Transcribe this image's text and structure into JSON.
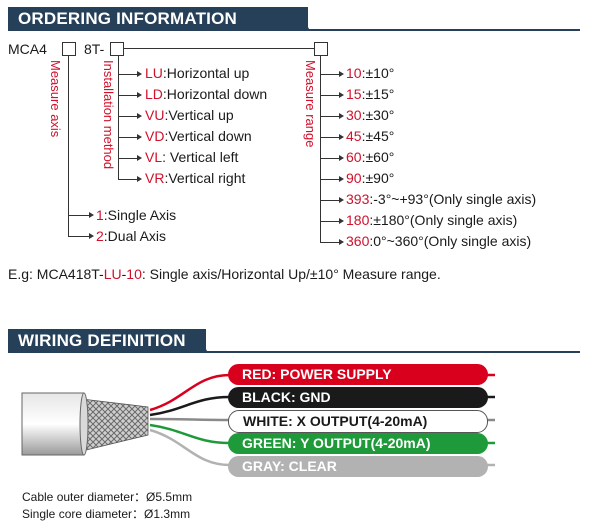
{
  "ordering": {
    "title": "ORDERING INFORMATION",
    "model_prefix": "MCA4",
    "model_mid": "8T-",
    "measure_axis_label": "Measure axis",
    "install_label": "Installation method",
    "range_label": "Measure range",
    "install_options": [
      {
        "code": "LU",
        "desc": ":Horizontal up"
      },
      {
        "code": "LD",
        "desc": ":Horizontal down"
      },
      {
        "code": "VU",
        "desc": ":Vertical up"
      },
      {
        "code": "VD",
        "desc": ":Vertical down"
      },
      {
        "code": "VL",
        "desc": ": Vertical left"
      },
      {
        "code": "VR",
        "desc": ":Vertical right"
      }
    ],
    "axis_options": [
      {
        "code": "1",
        "desc": ":Single Axis"
      },
      {
        "code": "2",
        "desc": ":Dual Axis"
      }
    ],
    "range_options": [
      {
        "code": "10",
        "desc": ":±10°"
      },
      {
        "code": "15",
        "desc": ":±15°"
      },
      {
        "code": "30",
        "desc": ":±30°"
      },
      {
        "code": "45",
        "desc": ":±45°"
      },
      {
        "code": "60",
        "desc": ":±60°"
      },
      {
        "code": "90",
        "desc": ":±90°"
      },
      {
        "code": "393",
        "desc": ":-3°~+93°(Only single axis)"
      },
      {
        "code": "180",
        "desc": ":±180°(Only single axis)"
      },
      {
        "code": "360",
        "desc": ":0°~360°(Only single axis)"
      }
    ],
    "example": {
      "prefix": "E.g: MCA418T-",
      "code1": "LU",
      "dash": "-",
      "code2": "10",
      "suffix": ": Single axis/Horizontal Up/±10° Measure range."
    }
  },
  "wiring": {
    "title": "WIRING DEFINITION",
    "wires": [
      {
        "label": "RED: POWER SUPPLY",
        "color": "#d8001c",
        "text_color": "#ffffff"
      },
      {
        "label": "BLACK: GND",
        "color": "#1a1a1a",
        "text_color": "#ffffff"
      },
      {
        "label": "WHITE: X OUTPUT(4-20mA)",
        "color": "#ffffff",
        "text_color": "#1a1a1a"
      },
      {
        "label": "GREEN: Y OUTPUT(4-20mA)",
        "color": "#1f9a3a",
        "text_color": "#ffffff"
      },
      {
        "label": "GRAY: CLEAR",
        "color": "#b2b2b2",
        "text_color": "#ffffff"
      }
    ],
    "cable_outer": "Cable outer diameter：Ø5.5mm",
    "single_core": "Single core diameter：Ø1.3mm"
  },
  "colors": {
    "header_bg": "#26405a",
    "accent_red": "#d0112b"
  }
}
